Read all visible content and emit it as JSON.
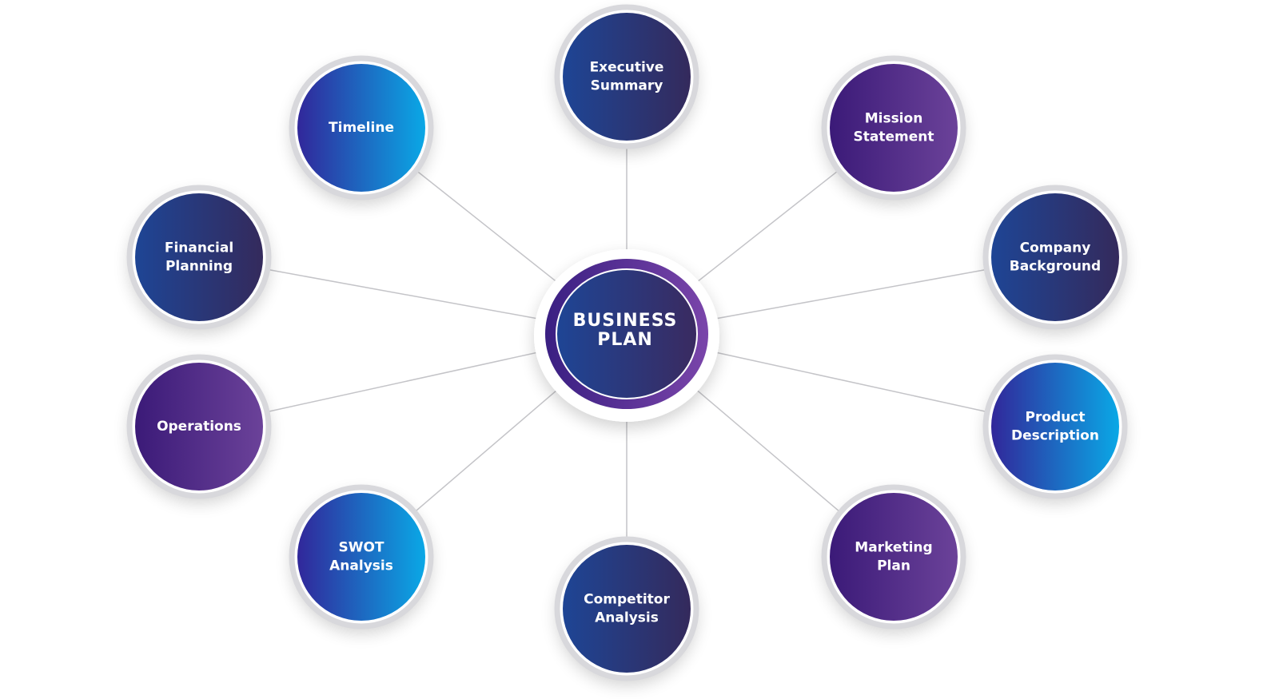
{
  "center": {
    "label_lines": [
      "BUSINESS",
      "PLAN"
    ]
  },
  "nodes": [
    {
      "id": "executive-summary",
      "label_lines": [
        "Executive",
        "Summary"
      ],
      "gradient": "navy"
    },
    {
      "id": "mission-statement",
      "label_lines": [
        "Mission",
        "Statement"
      ],
      "gradient": "purple"
    },
    {
      "id": "company-background",
      "label_lines": [
        "Company",
        "Background"
      ],
      "gradient": "navy"
    },
    {
      "id": "product-description",
      "label_lines": [
        "Product",
        "Description"
      ],
      "gradient": "cyan"
    },
    {
      "id": "marketing-plan",
      "label_lines": [
        "Marketing",
        "Plan"
      ],
      "gradient": "purple"
    },
    {
      "id": "competitor-analysis",
      "label_lines": [
        "Competitor",
        "Analysis"
      ],
      "gradient": "navy"
    },
    {
      "id": "swot-analysis",
      "label_lines": [
        "SWOT",
        "Analysis"
      ],
      "gradient": "cyan"
    },
    {
      "id": "operations",
      "label_lines": [
        "Operations"
      ],
      "gradient": "purple"
    },
    {
      "id": "financial-planning",
      "label_lines": [
        "Financial",
        "Planning"
      ],
      "gradient": "navy"
    },
    {
      "id": "timeline",
      "label_lines": [
        "Timeline"
      ],
      "gradient": "cyan"
    }
  ],
  "colors": {
    "navy": [
      "#1e4595",
      "#342a5c"
    ],
    "purple": [
      "#3b1a78",
      "#6b4299"
    ],
    "cyan": [
      "#31279a",
      "#0aa8e6"
    ],
    "center_ring": [
      "#3a1f82",
      "#7a45aa"
    ],
    "center_fill": [
      "#1e4595",
      "#3a2a60"
    ],
    "halo": "#d8d8dc",
    "connector": "#c4c4c8"
  }
}
